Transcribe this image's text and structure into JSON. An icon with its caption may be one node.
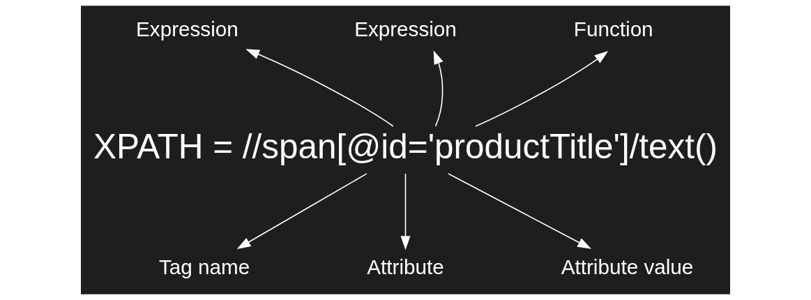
{
  "diagram": {
    "nodes": [
      {
        "text": [
          "XPATH = //span[@id='productTitle']/text()"
        ]
      },
      {
        "text": [
          "Expression"
        ]
      },
      {
        "text": [
          "Expression"
        ]
      },
      {
        "text": [
          "Function"
        ]
      },
      {
        "text": [
          "Tag name"
        ]
      },
      {
        "text": [
          "Attribute"
        ]
      },
      {
        "text": [
          "Attribute value"
        ]
      }
    ],
    "edges": [
      {
        "from": 0,
        "to": 1,
        "arrow": "to"
      },
      {
        "from": 0,
        "to": 2,
        "arrow": "to"
      },
      {
        "from": 0,
        "to": 3,
        "arrow": "to"
      },
      {
        "from": 0,
        "to": 4,
        "arrow": "to"
      },
      {
        "from": 0,
        "to": 5,
        "arrow": "to"
      },
      {
        "from": 0,
        "to": 6,
        "arrow": "to"
      }
    ]
  }
}
